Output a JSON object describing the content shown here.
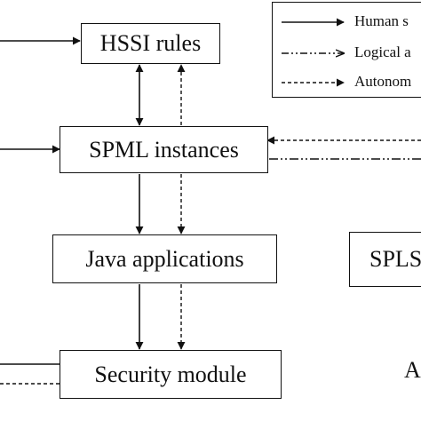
{
  "boxes": {
    "hssi_rules": "HSSI rules",
    "spml_instances": "SPML instances",
    "java_applications": "Java applications",
    "security_module": "Security module",
    "spls_partial": "SPLS"
  },
  "legend": {
    "items": [
      {
        "label": "Human s",
        "line_style": "solid",
        "arrowhead": "filled"
      },
      {
        "label": "Logical a",
        "line_style": "dash-dot-dot",
        "arrowhead": "open"
      },
      {
        "label": "Autonom",
        "line_style": "dashed",
        "arrowhead": "filled"
      }
    ]
  },
  "floating_labels": {
    "bottom_right_partial": "A"
  },
  "colors": {
    "stroke": "#111111",
    "background": "#ffffff"
  }
}
